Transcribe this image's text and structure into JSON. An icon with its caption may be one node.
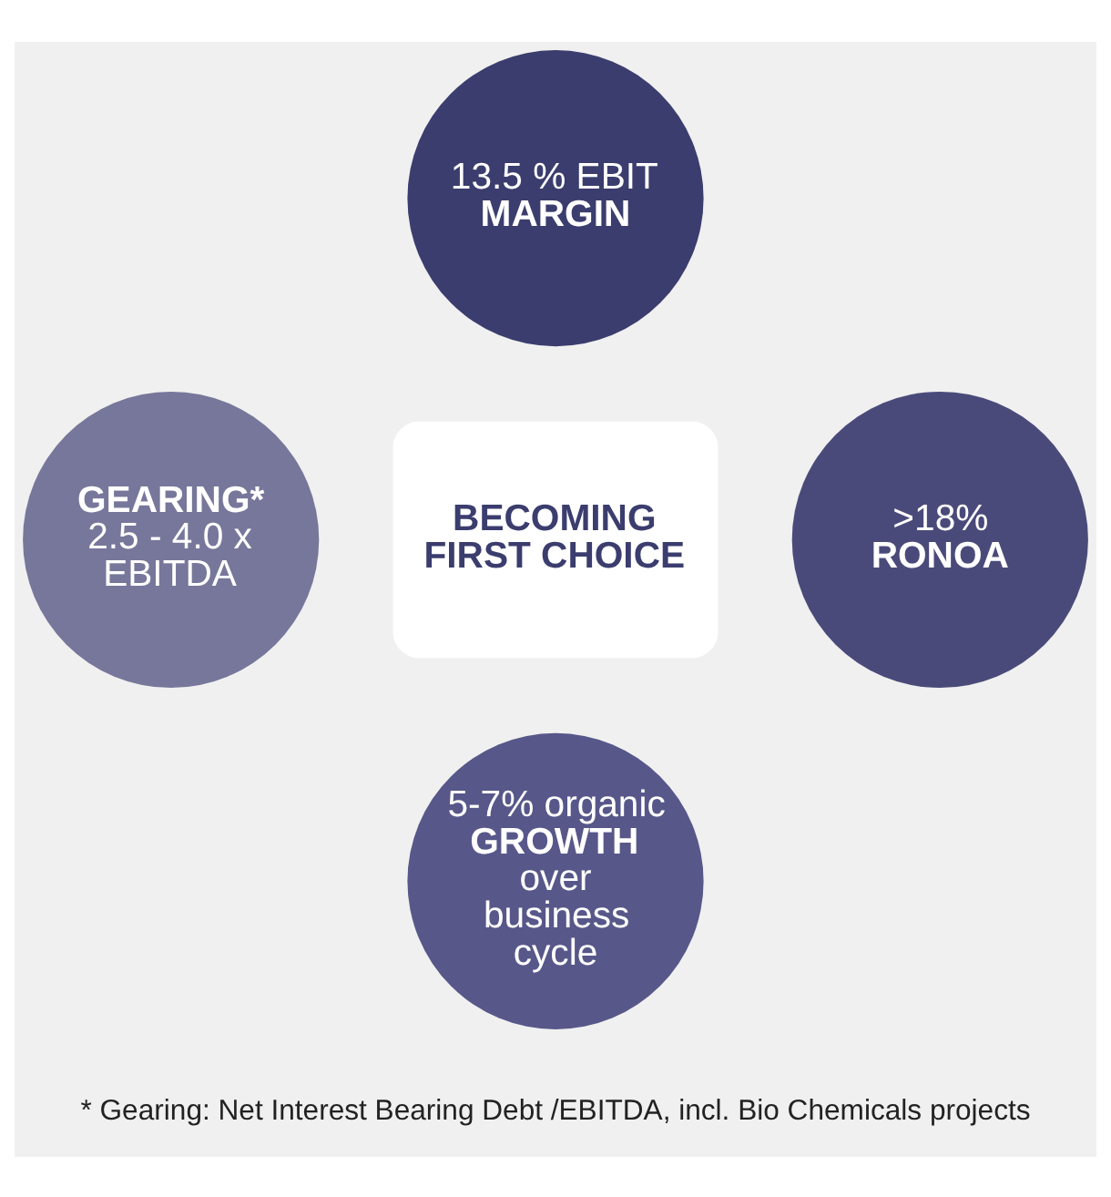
{
  "diagram": {
    "nodes": [
      {
        "text": [
          "BECOMING FIRST CHOICE"
        ]
      },
      {
        "text": [
          "13.5 % EBIT",
          "MARGIN"
        ]
      },
      {
        "text": [
          "GEARING*",
          "2.5 - 4.0 x EBITDA"
        ]
      },
      {
        "text": [
          ">18%",
          "RONOA"
        ]
      },
      {
        "text": [
          "5-7% organic",
          "GROWTH",
          "over business cycle"
        ]
      }
    ],
    "edges": [],
    "labels": [
      "* Gearing: Net Interest Bearing Debt /EBITDA, incl. Bio Chemicals projects"
    ]
  }
}
